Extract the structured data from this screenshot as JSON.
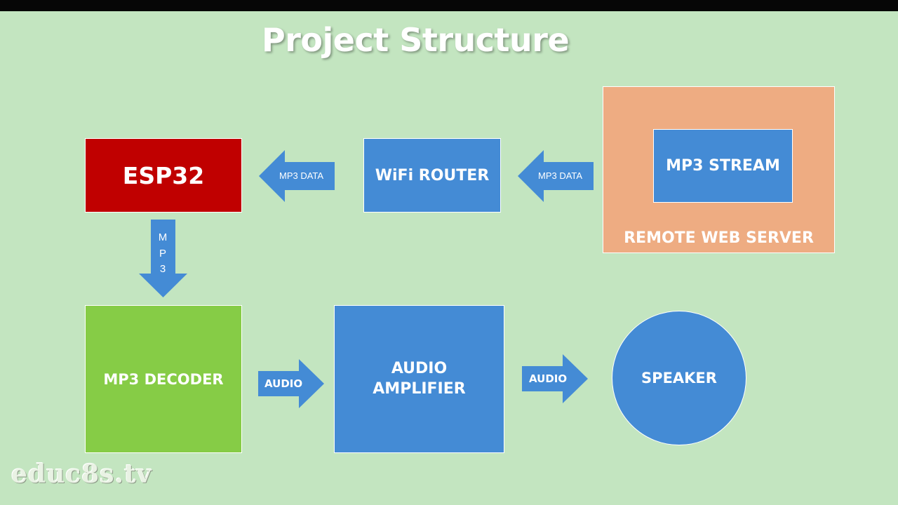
{
  "title": "Project Structure",
  "colors": {
    "background": "#c3e5c0",
    "blue": "#448bd5",
    "red": "#c00000",
    "green": "#86cc46",
    "orange": "#eeac82",
    "white": "#ffffff"
  },
  "nodes": {
    "esp32": "ESP32",
    "router": "WiFi ROUTER",
    "stream": "MP3 STREAM",
    "server": "REMOTE WEB SERVER",
    "decoder": "MP3 DECODER",
    "amplifier": "AUDIO\nAMPLIFIER",
    "speaker": "SPEAKER"
  },
  "edges": {
    "server_to_router": "MP3 DATA",
    "router_to_esp32": "MP3 DATA",
    "esp32_to_decoder": [
      "M",
      "P",
      "3"
    ],
    "decoder_to_amp": "AUDIO",
    "amp_to_speaker": "AUDIO"
  },
  "watermark": "educ8s.tv"
}
